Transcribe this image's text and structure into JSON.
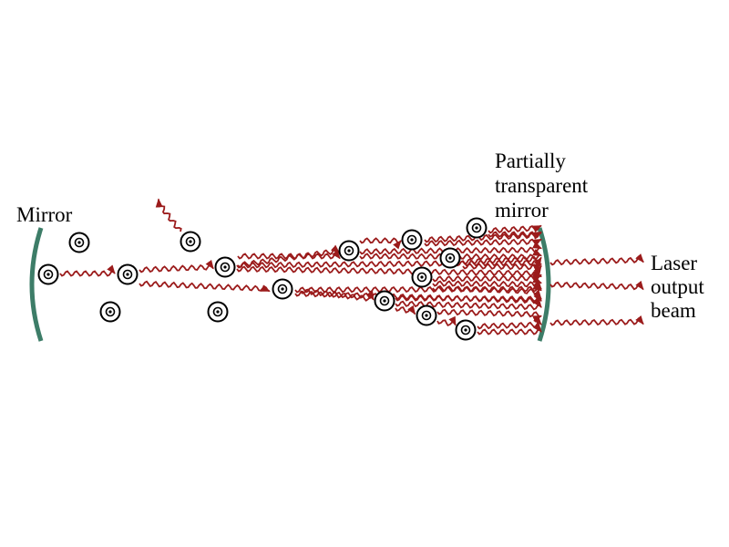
{
  "labels": {
    "left_mirror": "Mirror",
    "right_mirror": [
      "Partially",
      "transparent",
      "mirror"
    ],
    "output": [
      "Laser",
      "output",
      "beam"
    ]
  },
  "colors": {
    "mirror": "#3d7d68",
    "photon": "#9b1b1b",
    "atom": "#000000",
    "background": "#ffffff"
  },
  "icons": {
    "atom": "atom-icon",
    "mirror": "mirror-arc",
    "photon": "photon-wave-arrow"
  }
}
